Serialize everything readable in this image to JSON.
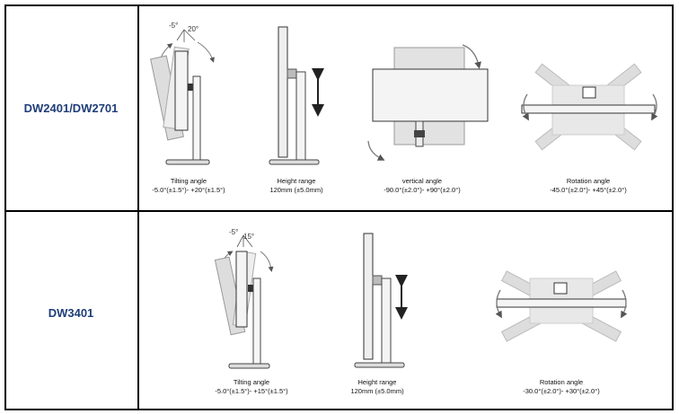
{
  "rows": [
    {
      "model": "DW2401/DW2701",
      "figures": [
        {
          "name": "tilt",
          "title": "Tilting angle",
          "value": "-5.0°(±1.5°)- +20°(±1.5°)",
          "angle_labels": [
            "-5°",
            "20°"
          ]
        },
        {
          "name": "height",
          "title": "Height range",
          "value": "120mm (±5.0mm)"
        },
        {
          "name": "vertical",
          "title": "vertical angle",
          "value": "-90.0°(±2.0°)- +90°(±2.0°)"
        },
        {
          "name": "rotation",
          "title": "Rotation angle",
          "value": "-45.0°(±2.0°)- +45°(±2.0°)"
        }
      ]
    },
    {
      "model": "DW3401",
      "figures": [
        {
          "name": "tilt",
          "title": "Tilting angle",
          "value": "-5.0°(±1.5°)- +15°(±1.5°)",
          "angle_labels": [
            "-5°",
            "15°"
          ]
        },
        {
          "name": "height",
          "title": "Height range",
          "value": "120mm (±5.0mm)"
        },
        {
          "name": "rotation",
          "title": "Rotation angle",
          "value": "-30.0°(±2.0°)- +30°(±2.0°)"
        }
      ]
    }
  ]
}
